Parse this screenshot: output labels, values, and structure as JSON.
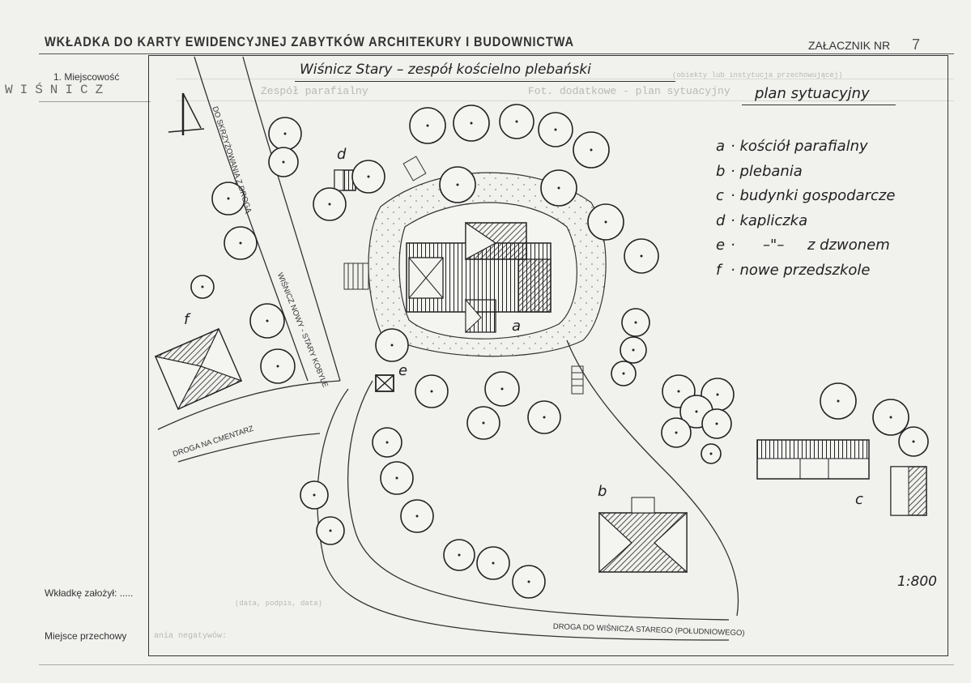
{
  "header": {
    "title": "WKŁADKA DO KARTY EWIDENCYJNEJ ZABYTKÓW ARCHITEKURY I BUDOWNICTWA",
    "annex_label": "ZAŁACZNIK NR",
    "annex_number": "7"
  },
  "form": {
    "locality_label": "1. Miejscowość",
    "locality_value": "WIŚNICZ",
    "created_by_label": "Wkładkę założył: .....",
    "storage_label": "Miejsce przechowy",
    "faint_bleed": {
      "left": "Zespół parafialny",
      "right": "Fot. dodatkowe - plan sytuacyjny",
      "top": "(obiekty lub instytucja przechowującej)",
      "neg": "ania negatywów:",
      "sig": "(data, podpis, data)"
    }
  },
  "plan": {
    "title": "Wiśnicz Stary – zespół kościelno plebański",
    "subtitle": "plan sytuacyjny",
    "legend": [
      {
        "key": "a",
        "text": "· kościół parafialny"
      },
      {
        "key": "b",
        "text": "· plebania"
      },
      {
        "key": "c",
        "text": "· budynki gospodarcze"
      },
      {
        "key": "d",
        "text": "· kapliczka"
      },
      {
        "key": "e",
        "text": "·      –\"–     z dzwonem"
      },
      {
        "key": "f",
        "text": "· nowe przedszkole"
      }
    ],
    "scale": "1:800",
    "building_labels": {
      "a": "a",
      "b": "b",
      "c": "c",
      "d": "d",
      "e": "e",
      "f": "f"
    },
    "roads": {
      "to_crossroads": "DO SKRZYŻOWANIA Z DROGĄ",
      "wisnicz_road": "WIŚNICZ NOWY - STARY KOBYLE",
      "cemetery": "DROGA NA CMENTARZ",
      "south": "DROGA DO WIŚNICZA STAREGO (POŁUDNIOWEGO)"
    }
  }
}
